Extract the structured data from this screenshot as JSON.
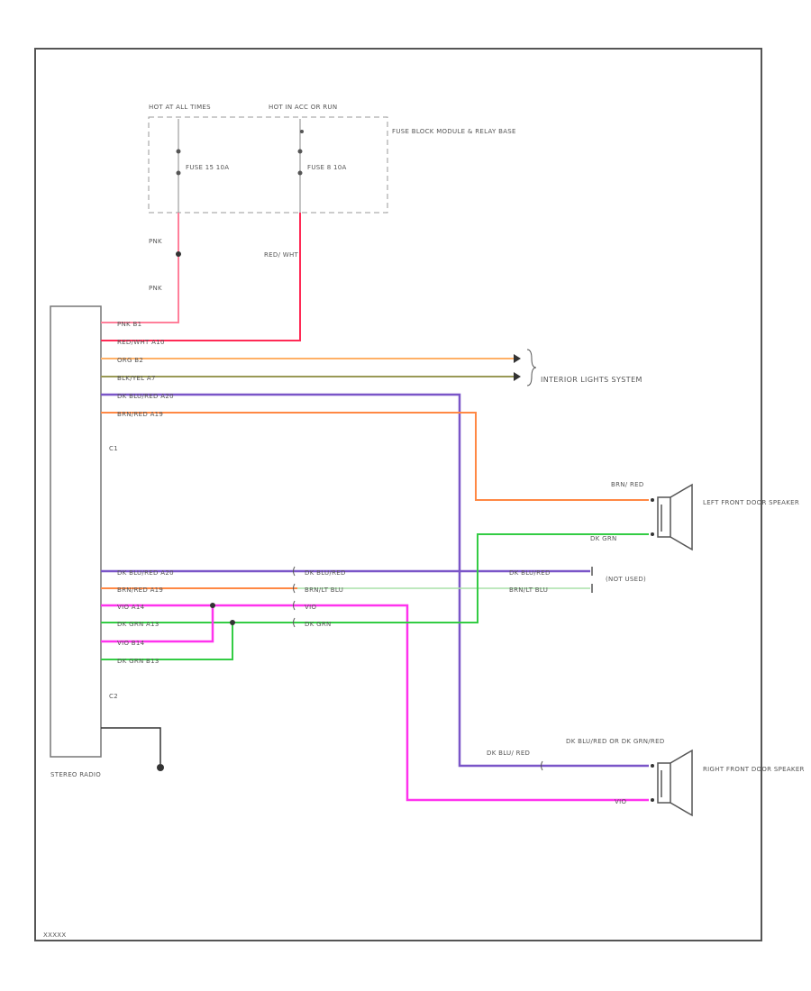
{
  "colors": {
    "pink": "#ff7f9a",
    "red": "#ff2a55",
    "orange": "#ffb066",
    "olive": "#999955",
    "purple": "#7a55c8",
    "salmon": "#ff8844",
    "green": "#33cc44",
    "magenta": "#ff33ee",
    "lightgreen": "#a8e0a8",
    "dark": "#333333"
  },
  "fuse_block": {
    "hot_at_all_times": "HOT AT ALL TIMES",
    "hot_in_acc": "HOT IN ACC OR RUN",
    "fuse_a": "FUSE 15 10A",
    "fuse_b": "FUSE 8 10A",
    "block_name": "FUSE BLOCK MODULE & RELAY BASE"
  },
  "wires": {
    "pnk_upper": "PNK",
    "pnk_lower": "PNK",
    "red_wht": "RED/ WHT"
  },
  "radio": {
    "name": "STEREO RADIO",
    "c1": "C1",
    "c2": "C2",
    "pins_c1": [
      "PNK  B1",
      "RED/WHT  A10",
      "ORG  B2",
      "BLK/YEL  A7",
      "DK BLU/RED  A20",
      "BRN/RED  A19"
    ],
    "pins_c2": [
      "DK BLU/RED  A20",
      "BRN/RED  A19",
      "VIO  A14",
      "DK GRN  A13",
      "VIO  B14",
      "DK GRN  B13"
    ]
  },
  "interior": "INTERIOR LIGHTS SYSTEM",
  "connector_labels": [
    "DK BLU/RED",
    "BRN/LT BLU",
    "VIO",
    "DK GRN"
  ],
  "right_labels": [
    "DK BLU/RED",
    "BRN/LT BLU"
  ],
  "not_used": "(NOT USED)",
  "left_speaker": {
    "name": "LEFT FRONT DOOR SPEAKER",
    "wire1": "BRN/ RED",
    "wire2": "DK GRN"
  },
  "right_speaker": {
    "name": "RIGHT FRONT DOOR SPEAKER",
    "wire_left": "DK BLU/ RED",
    "wire1": "DK BLU/RED OR DK GRN/RED",
    "wire2": "VIO"
  },
  "footer_code": "XXXXX"
}
